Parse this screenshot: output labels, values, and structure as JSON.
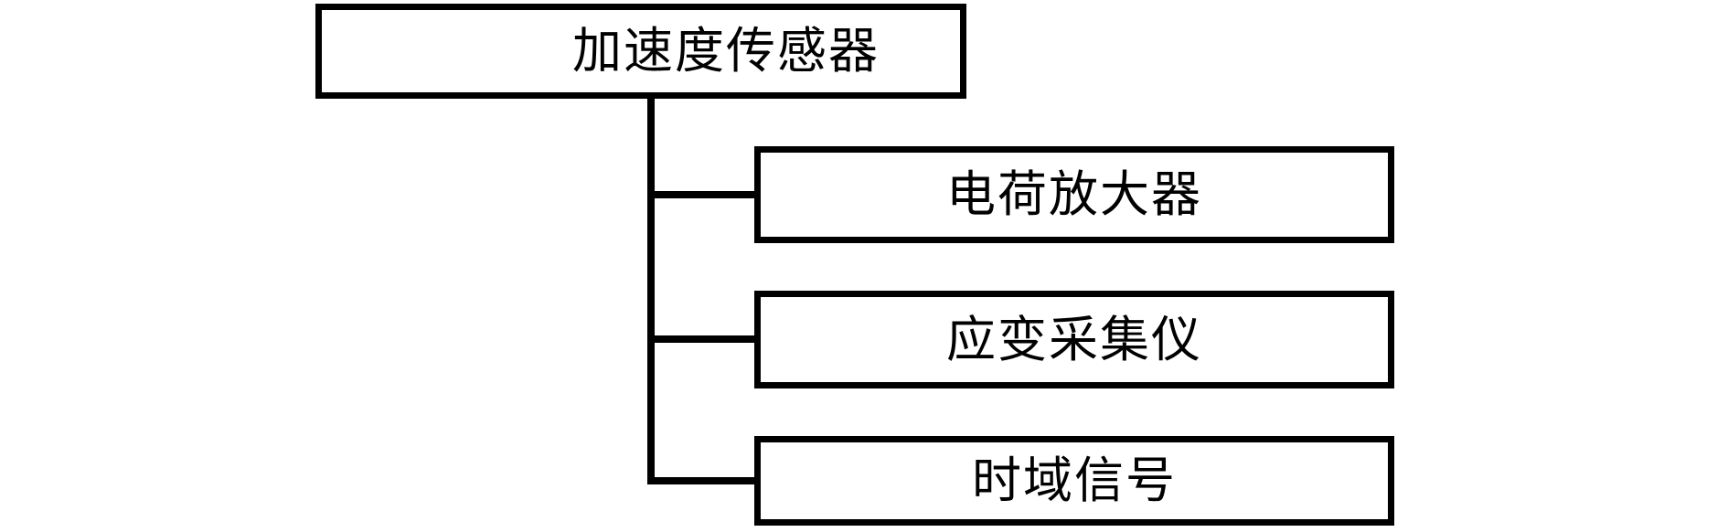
{
  "diagram": {
    "type": "tree",
    "orientation": "vertical-trunk-right-branches",
    "stroke_color": "#000000",
    "fill_color": "#ffffff",
    "root": {
      "id": "acceleration-sensor",
      "label": "加速度传感器"
    },
    "children": [
      {
        "id": "charge-amplifier",
        "label": "电荷放大器"
      },
      {
        "id": "strain-acquisition-instrument",
        "label": "应变采集仪"
      },
      {
        "id": "time-domain-signal",
        "label": "时域信号"
      }
    ]
  }
}
